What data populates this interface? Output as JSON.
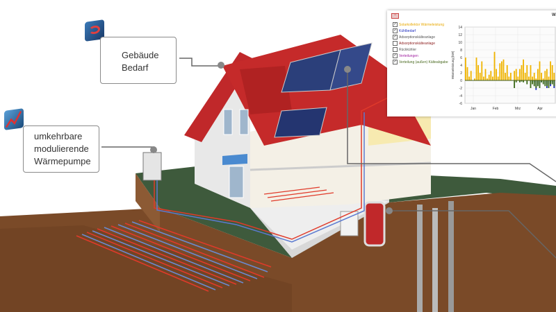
{
  "callouts": {
    "building": {
      "line1": "Gebäude",
      "line2": "Bedarf"
    },
    "heatpump": {
      "line1": "umkehrbare",
      "line2": "modulierende",
      "line3": "Wärmepumpe"
    }
  },
  "icons": [
    "building-demand-cube-icon",
    "heatpump-chart-cube-icon"
  ],
  "panel": {
    "collapse_symbol": "−",
    "title_fragment": "Wä",
    "legend": [
      {
        "label": "Solarkollektor Wärmeleistung",
        "checked": true,
        "color": "#e8a800"
      },
      {
        "label": "Kühlbedarf",
        "checked": true,
        "color": "#2030c0"
      },
      {
        "label": "Adsorptionskälteanlage",
        "checked": true,
        "color": "#555555"
      },
      {
        "label": "Adsorptionskälteanlage",
        "checked": false,
        "color": "#8b1a1a"
      },
      {
        "label": "Rückkühler",
        "checked": false,
        "color": "#555555"
      },
      {
        "label": "Verteilungen",
        "checked": true,
        "color": "#a020a0"
      },
      {
        "label": "Verteilung (außen) Kälteabgabe",
        "checked": true,
        "color": "#4a6a20"
      }
    ]
  },
  "chart_data": {
    "type": "bar",
    "title": "Wä",
    "ylabel": "Wärmeleistung [kW]",
    "ylim": [
      -6,
      14
    ],
    "yticks": [
      "14",
      "12",
      "10",
      "8",
      "6",
      "4",
      "2",
      "0",
      "-2",
      "-4",
      "-6"
    ],
    "xticks": [
      "Jan",
      "Feb",
      "Mrz",
      "Apr"
    ],
    "series": [
      {
        "name": "Solarkollektor Wärmeleistung",
        "color": "#f0b400",
        "values": [
          6,
          3.5,
          1,
          2.5,
          0,
          0.5,
          6,
          4,
          2,
          5,
          1,
          3,
          0.5,
          1.5,
          2.5,
          1,
          7.5,
          3,
          1,
          4.5,
          5,
          5.5,
          2,
          4,
          1,
          2,
          0,
          2.5,
          3,
          1,
          3,
          4,
          5.5,
          2,
          4,
          1,
          4,
          1,
          2,
          0.5,
          3,
          5,
          2,
          0.5,
          2.5,
          3,
          1,
          5,
          4,
          2
        ]
      },
      {
        "name": "Kühlbedarf",
        "color": "#2030c0",
        "values": [
          0,
          0,
          0,
          0,
          0,
          0,
          0,
          0,
          0,
          0,
          0,
          0,
          0,
          0,
          0,
          0,
          0,
          0,
          0,
          0,
          0,
          0,
          0,
          0,
          0,
          0,
          0,
          0,
          0,
          0,
          0,
          0,
          0,
          0,
          0,
          0,
          0,
          0,
          -0.5,
          -2.5,
          -1,
          -1.5,
          -0.5,
          0,
          -1,
          -2,
          -1,
          -1.5,
          -0.5,
          -2
        ]
      },
      {
        "name": "Verteilung (außen) Kälteabgabe",
        "color": "#3d6a1a",
        "values": [
          0,
          0,
          0,
          0,
          0,
          0,
          0,
          0,
          0,
          0,
          0,
          0,
          0,
          0,
          0,
          0,
          0,
          0,
          0,
          0,
          0,
          0,
          0,
          0,
          0,
          0,
          0,
          -2,
          -0.5,
          0,
          -0.5,
          -0.3,
          -0.5,
          0,
          -1,
          0,
          -2,
          -1,
          -1.5,
          -2,
          -1.5,
          -2,
          -0.5,
          -1,
          -1.5,
          -1.5,
          -2,
          -1,
          -1,
          -1.5
        ]
      }
    ]
  }
}
